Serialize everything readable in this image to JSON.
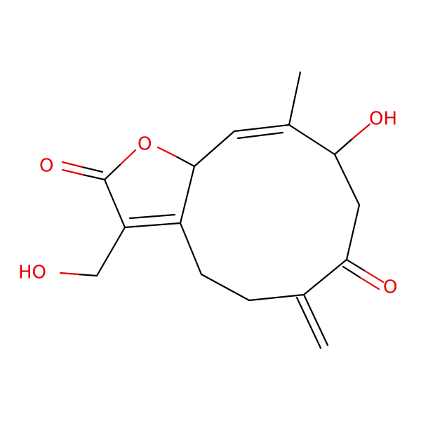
{
  "molecule": {
    "atoms": {
      "ring_oxygen": "O",
      "carbonyl_oxygen_lactone": "O",
      "hydroxyl_top_right": "OH",
      "hydroxyl_left": "HO",
      "ketone_oxygen": "O"
    },
    "colors": {
      "bond": "#000000",
      "heteroatom": "#e60000",
      "background": "#ffffff"
    }
  }
}
